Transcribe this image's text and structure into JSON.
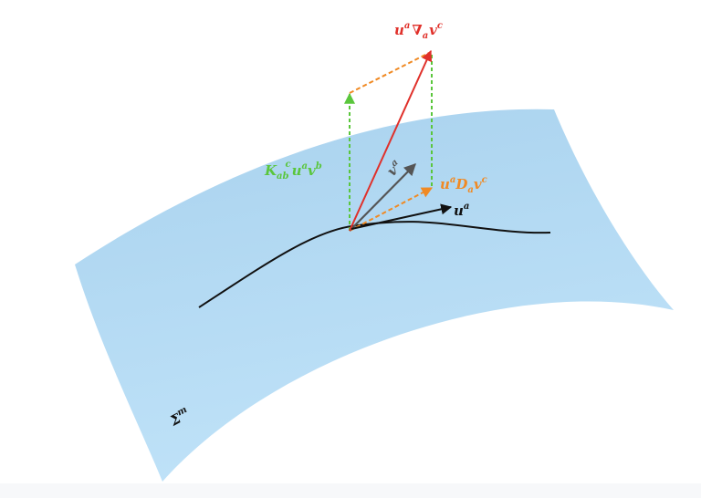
{
  "surface": {
    "label": {
      "base": "Σ",
      "sup": "m"
    },
    "fill_top": "#a9d2ee",
    "fill_bottom": "#bfe2f8"
  },
  "labels": {
    "covariant_derivative": {
      "text": "u",
      "sup1": "a",
      "nabla": "∇",
      "sub": "a",
      "v": "v",
      "sup2": "c",
      "color": "#e0302a"
    },
    "extrinsic_term": {
      "K": "K",
      "sub": "ab",
      "sup": "c",
      "u": "u",
      "sup_u": "a",
      "v": "v",
      "sup_v": "b",
      "color": "#5ac63c"
    },
    "intrinsic_derivative": {
      "u": "u",
      "sup_u": "a",
      "D": "D",
      "sub": "a",
      "v": "v",
      "sup_v": "c",
      "color": "#f08a24"
    },
    "tangent_vector": {
      "base": "v",
      "sup": "a",
      "color": "#555555"
    },
    "velocity": {
      "base": "u",
      "sup": "a",
      "color": "#111111"
    }
  }
}
